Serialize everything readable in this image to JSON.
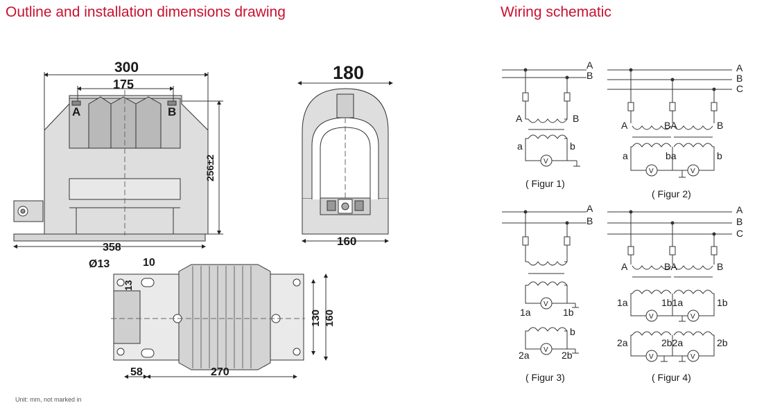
{
  "headings": {
    "outline": "Outline and installation dimensions drawing",
    "wiring": "Wiring schematic"
  },
  "outline_dims": {
    "front_width": "300",
    "front_inner": "175",
    "front_height": "256±2",
    "front_base": "358",
    "terminal_a": "A",
    "terminal_b": "B",
    "side_width": "180",
    "side_base": "160",
    "hole_dia": "Ø13",
    "slot_width": "10",
    "slot_height": "13",
    "plan_offset": "58",
    "plan_length": "270",
    "plan_inner": "130",
    "plan_outer": "160"
  },
  "wiring": {
    "phases": {
      "a": "A",
      "b": "B",
      "c": "C"
    },
    "labels": {
      "a": "a",
      "b": "b",
      "1a": "1a",
      "1b": "1b",
      "2a": "2a",
      "2b": "2b",
      "A": "A",
      "B": "B",
      "BA": "BA",
      "ba": "ba",
      "1b1a": "1b1a",
      "2b2a": "2b2a"
    },
    "figures": [
      "( Figur 1)",
      "( Figur 2)",
      "( Figur 3)",
      "( Figur 4)"
    ],
    "meter": "V"
  },
  "footnote": "Unit: mm, not marked in"
}
